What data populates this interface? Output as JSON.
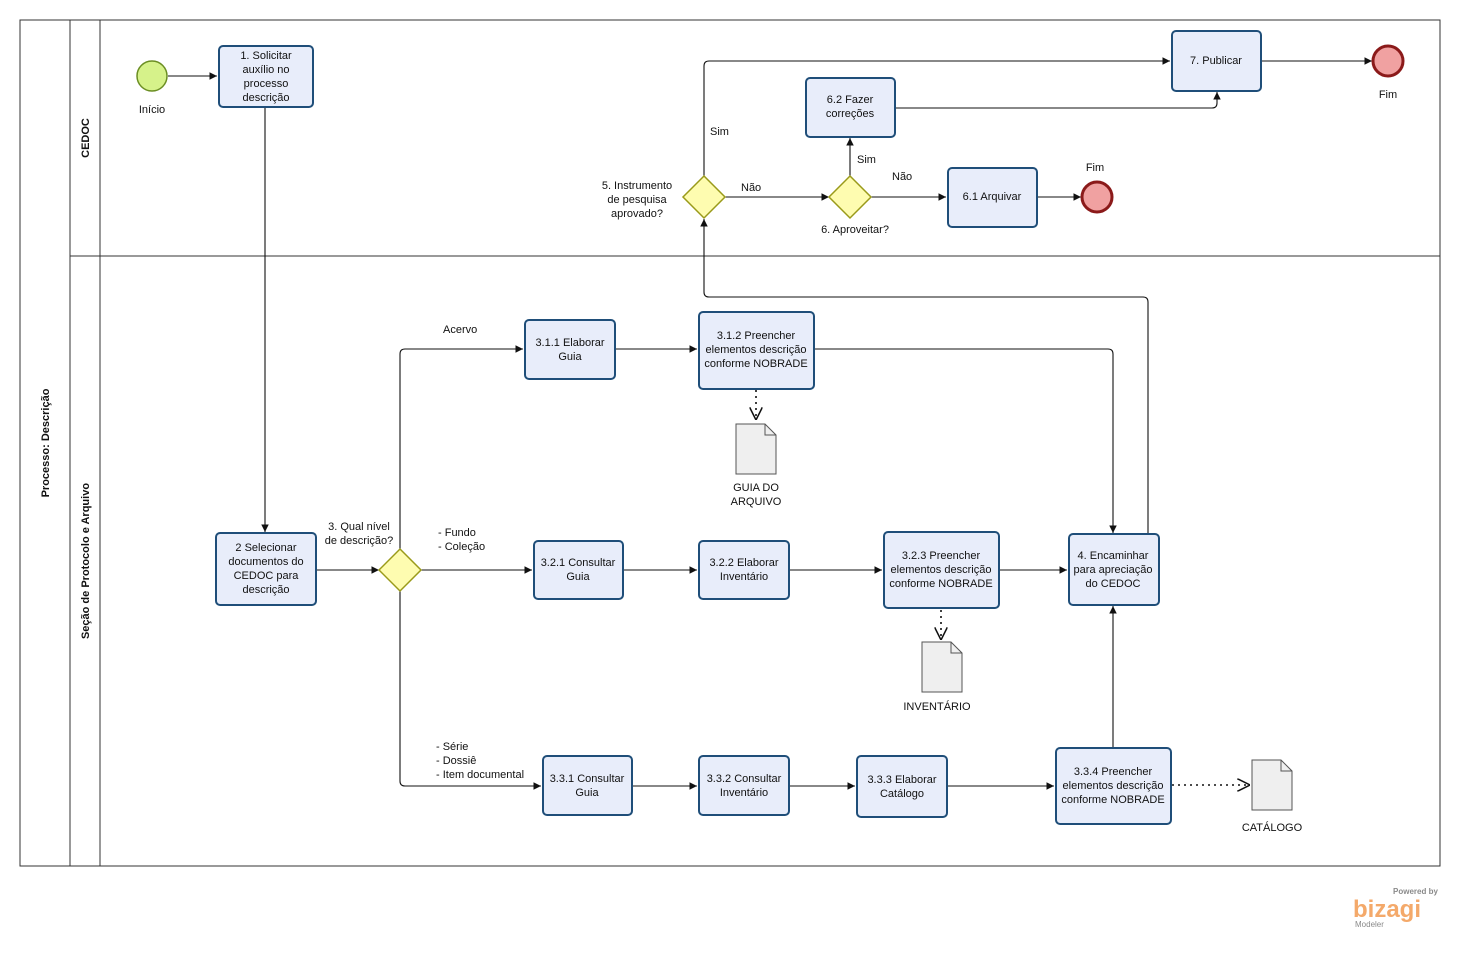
{
  "pool": {
    "title": "Processo:  Descrição"
  },
  "lanes": [
    {
      "id": "cedoc",
      "title": "CEDOC"
    },
    {
      "id": "secao",
      "title": "Seção de Protocolo e Arquivo"
    }
  ],
  "tasks": {
    "t1": [
      "1. Solicitar",
      "auxílio no",
      "processo",
      "descrição"
    ],
    "t2": [
      "2 Selecionar",
      "documentos do",
      "CEDOC para",
      "descrição"
    ],
    "t311": [
      "3.1.1 Elaborar",
      "Guia"
    ],
    "t312": [
      "3.1.2 Preencher",
      "elementos descrição",
      "conforme NOBRADE"
    ],
    "t321": [
      "3.2.1 Consultar",
      "Guia"
    ],
    "t322": [
      "3.2.2 Elaborar",
      "Inventário"
    ],
    "t323": [
      "3.2.3 Preencher",
      "elementos descrição",
      "conforme NOBRADE"
    ],
    "t331": [
      "3.3.1 Consultar",
      "Guia"
    ],
    "t332": [
      "3.3.2 Consultar",
      "Inventário"
    ],
    "t333": [
      "3.3.3 Elaborar",
      "Catálogo"
    ],
    "t334": [
      "3.3.4 Preencher",
      "elementos descrição",
      "conforme NOBRADE"
    ],
    "t4": [
      "4. Encaminhar",
      "para apreciação",
      "do CEDOC"
    ],
    "t61": [
      "6.1 Arquivar"
    ],
    "t62": [
      "6.2 Fazer",
      "correções"
    ],
    "t7": [
      "7. Publicar"
    ]
  },
  "events": {
    "start": "Início",
    "end1": "Fim",
    "end2": "Fim"
  },
  "gateways": {
    "g3": [
      "3. Qual nível",
      "de descrição?"
    ],
    "g5": [
      "5. Instrumento",
      "de pesquisa",
      "aprovado?"
    ],
    "g6": [
      "6. Aproveitar?"
    ]
  },
  "flow_labels": {
    "acervo": [
      "Acervo"
    ],
    "fundo": [
      "- Fundo",
      "- Coleção"
    ],
    "serie": [
      "- Série",
      "- Dossiê",
      "- Item documental"
    ],
    "g5_sim": [
      "Sim"
    ],
    "g5_nao": [
      "Não"
    ],
    "g6_sim": [
      "Sim"
    ],
    "g6_nao": [
      "Não"
    ]
  },
  "documents": {
    "guia": [
      "GUIA DO",
      "ARQUIVO"
    ],
    "inventario": [
      "INVENTÁRIO"
    ],
    "catalogo": [
      "CATÁLOGO"
    ]
  },
  "branding": {
    "powered": "Powered by",
    "logo": "bizagi",
    "modeler": "Modeler"
  },
  "colors": {
    "task_fill": "#e8edfa",
    "task_stroke": "#1f4e79",
    "start_fill": "#d6f28a",
    "start_stroke": "#6b8e23",
    "end_fill": "#f0a1a1",
    "end_stroke": "#8b1a1a",
    "gateway_fill": "#fefcb0",
    "gateway_stroke": "#9a9a1a",
    "logo": "#f4a96a"
  }
}
